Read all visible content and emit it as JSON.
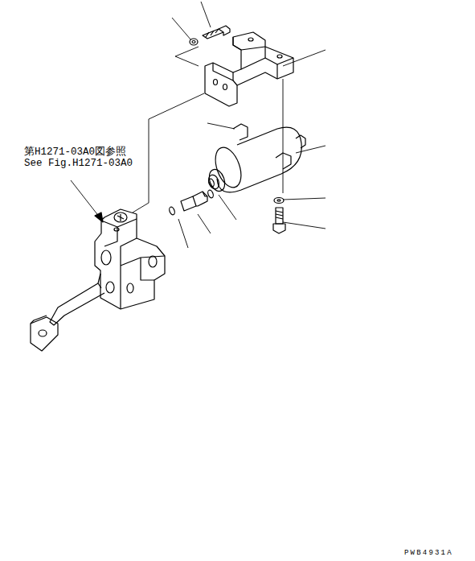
{
  "diagram": {
    "labels": [
      "第H1271-03A0図参照",
      "See Fig.H1271-03A0",
      "PWB4931A"
    ]
  }
}
